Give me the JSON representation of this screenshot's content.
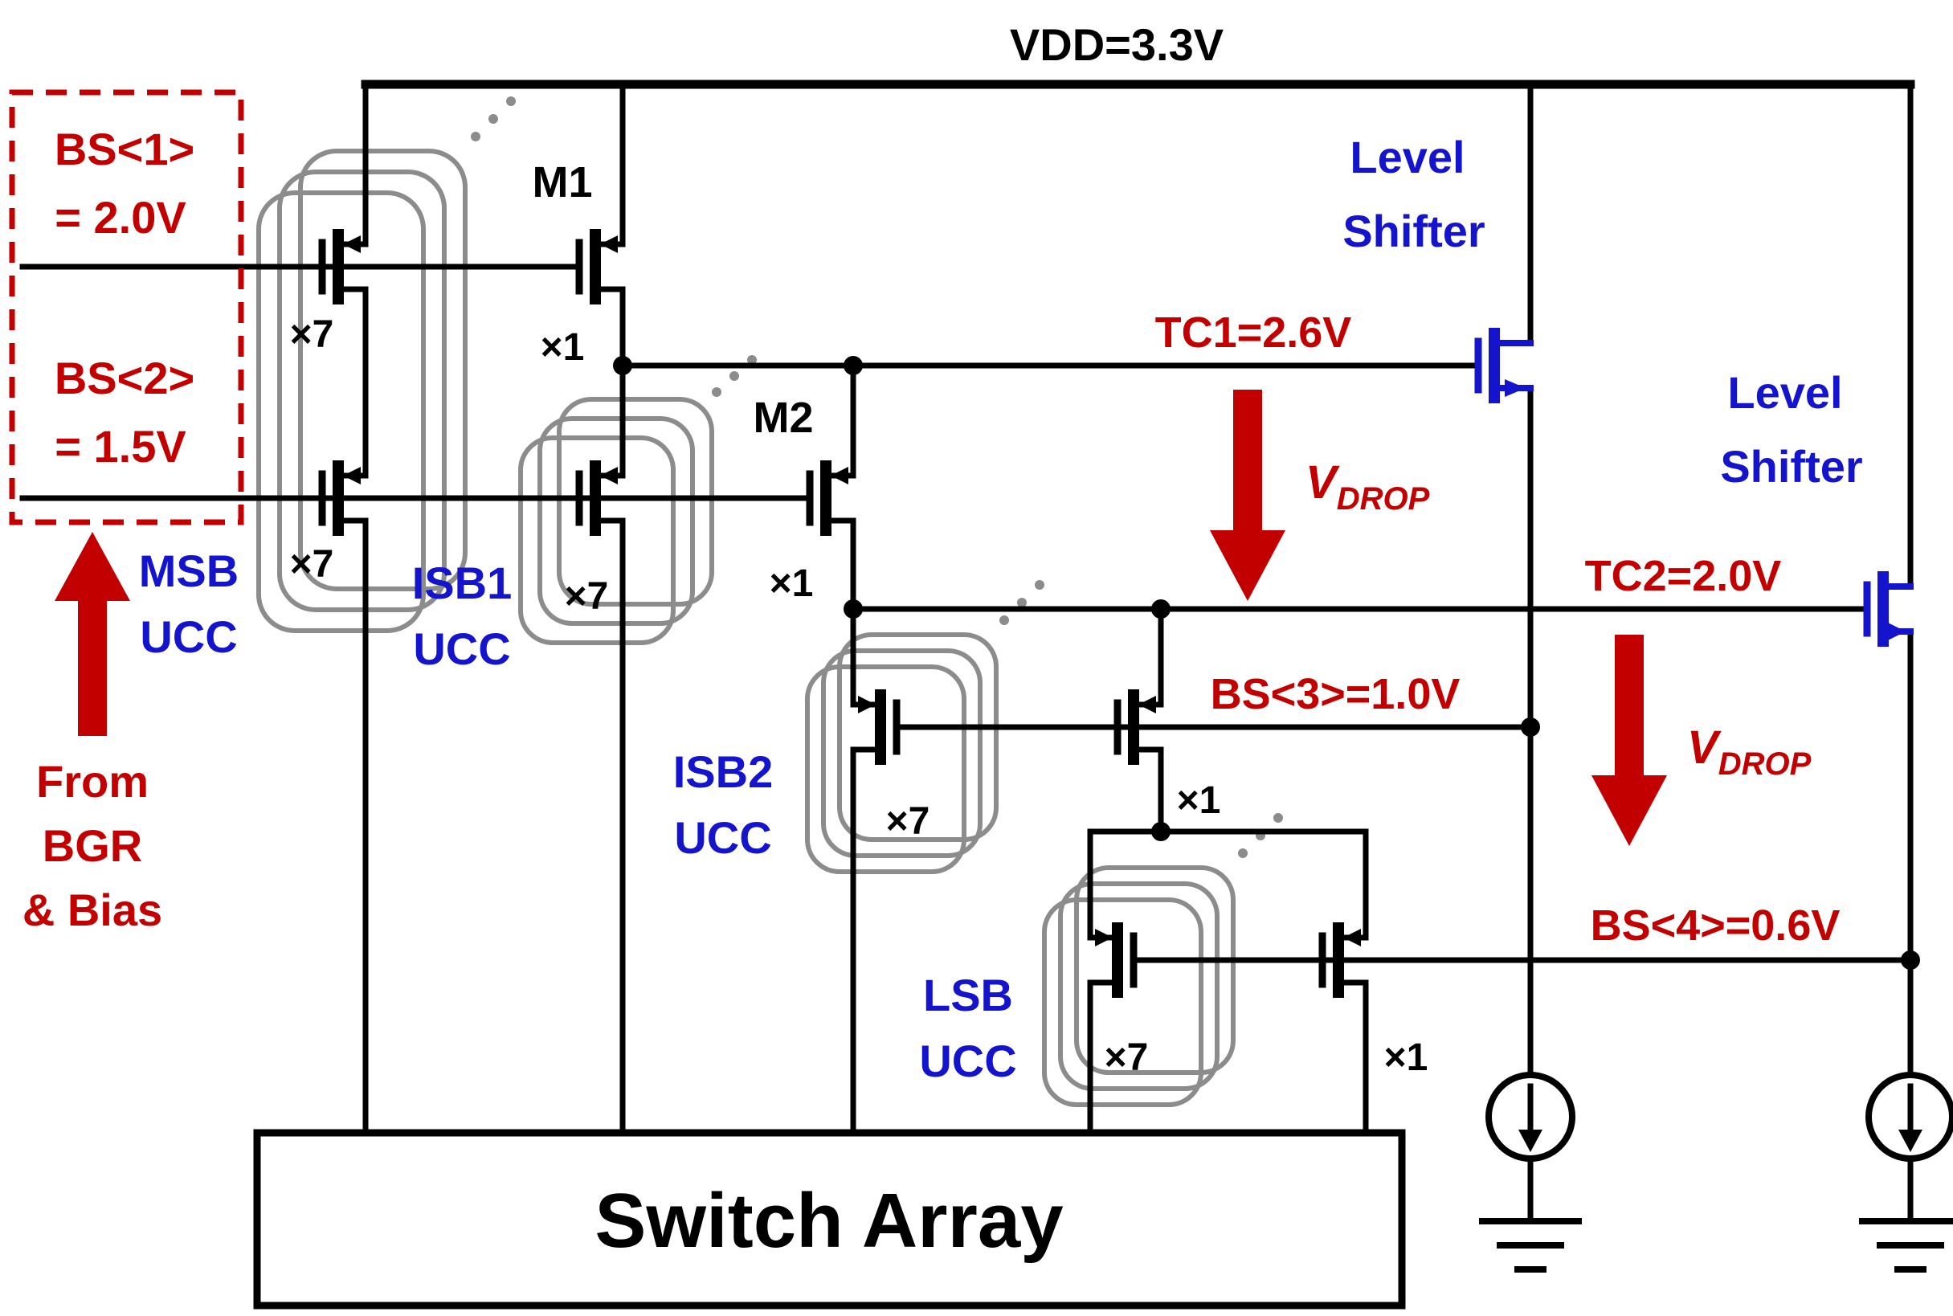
{
  "palette": {
    "wire_black": "#000000",
    "accent_red": "#c20000",
    "accent_blue": "#1414cc",
    "stack_gray": "#8c8c8c"
  },
  "supply": {
    "vdd_label": "VDD=3.3V"
  },
  "bias_inputs": {
    "bs1_name": "BS<1>",
    "bs1_value": "= 2.0V",
    "bs2_name": "BS<2>",
    "bs2_value": "= 1.5V",
    "source_line1": "From",
    "source_line2": "BGR",
    "source_line3": "& Bias"
  },
  "cells": {
    "msb_line1": "MSB",
    "msb_line2": "UCC",
    "isb1_line1": "ISB1",
    "isb1_line2": "UCC",
    "isb2_line1": "ISB2",
    "isb2_line2": "UCC",
    "lsb_line1": "LSB",
    "lsb_line2": "UCC"
  },
  "transistors": {
    "m1": "M1",
    "m2": "M2",
    "mult7": "×7",
    "mult1": "×1"
  },
  "nets": {
    "tc1": "TC1=2.6V",
    "tc2": "TC2=2.0V",
    "bs3": "BS<3>=1.0V",
    "bs4": "BS<4>=0.6V"
  },
  "level_shifter": {
    "line1": "Level",
    "line2": "Shifter"
  },
  "vdrop": {
    "symbol": "V",
    "subscript": "DROP"
  },
  "blocks": {
    "switch_array": "Switch Array"
  }
}
